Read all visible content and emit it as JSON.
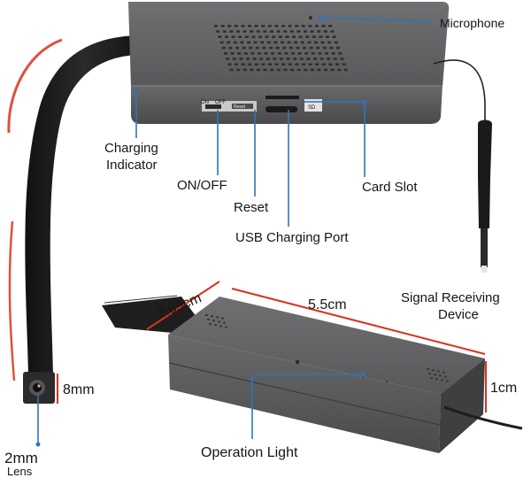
{
  "labels": {
    "microphone": "Microphone",
    "charging_indicator_line1": "Charging",
    "charging_indicator_line2": "Indicator",
    "on_off": "ON/OFF",
    "reset": "Reset",
    "usb_charging_port": "USB Charging Port",
    "card_slot": "Card Slot",
    "signal_receiving_line1": "Signal Receiving",
    "signal_receiving_line2": "Device",
    "operation_light": "Operation Light",
    "lens_size": "2mm",
    "lens": "Lens"
  },
  "dimensions": {
    "width": "2.69cm",
    "length": "5.5cm",
    "height": "1cm",
    "lens_module": "8mm"
  },
  "device_markings": {
    "on": "ON",
    "off": "OFF",
    "reset": "Reset",
    "sd": "SD"
  },
  "colors": {
    "device_body": "#5f5f61",
    "device_dark": "#3d3d3f",
    "cable": "#1d1d1d",
    "accent_red": "#d8321e",
    "callout_line": "#2f74b8"
  }
}
